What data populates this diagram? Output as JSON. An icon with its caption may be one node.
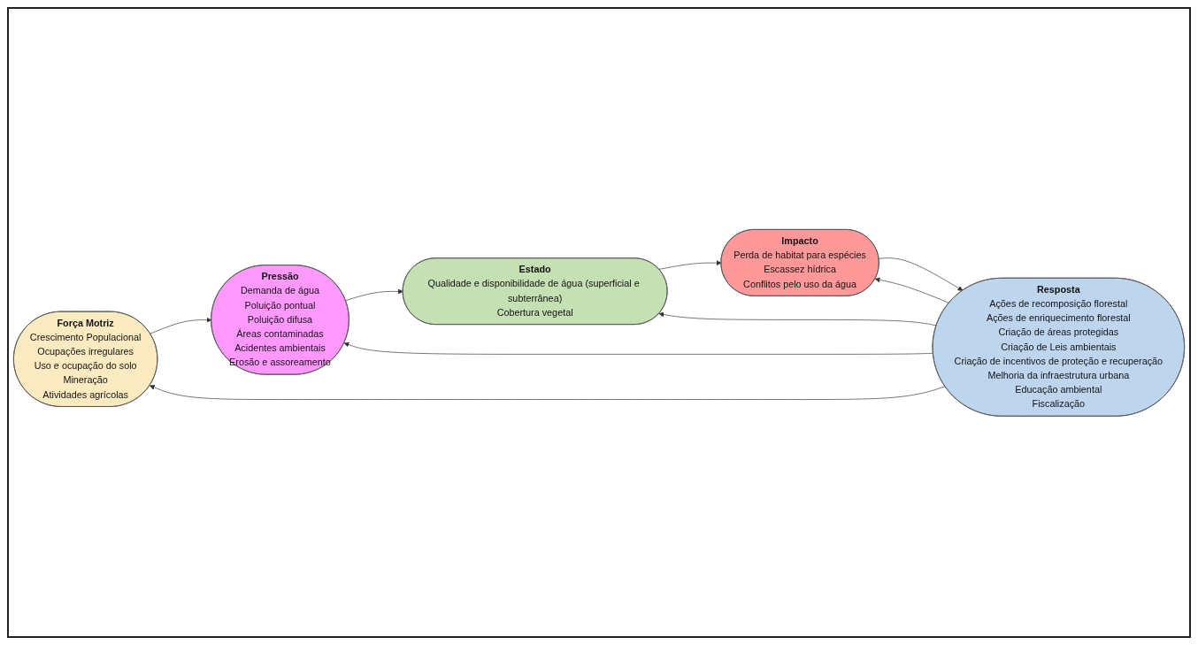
{
  "diagram": {
    "nodes": [
      {
        "text": [
          "Força Motriz",
          "Crescimento Populacional",
          "Ocupações irregulares",
          "Uso e ocupação do solo",
          "Mineração",
          "Atividades agrícolas"
        ]
      },
      {
        "text": [
          "Resposta",
          "Ações de recomposição florestal",
          "Ações de enriquecimento florestal",
          "Criação de áreas protegidas",
          "Criação de Leis ambientais",
          "Criação de incentivos de proteção e recuperação",
          "Melhoria da infraestrutura urbana",
          "Educação ambiental",
          "Fiscalização"
        ]
      },
      {
        "text": [
          "Pressão",
          "Demanda de água",
          "Poluição pontual",
          "Poluição difusa",
          "Áreas contaminadas",
          "Acidentes ambientais",
          "Erosão e assoreamento"
        ]
      },
      {
        "text": [
          "Estado",
          "Qualidade e disponibilidade de água (superficial e subterrânea)",
          "Cobertura vegetal"
        ]
      },
      {
        "text": [
          "Impacto",
          "Perda de habitat para espécies",
          "Escassez hídrica",
          "Conflitos pelo uso da água"
        ]
      }
    ],
    "edges": [
      {
        "from": 1,
        "to": 0,
        "arrow": "to"
      },
      {
        "from": 1,
        "to": 2,
        "arrow": "to"
      },
      {
        "from": 1,
        "to": 3,
        "arrow": "to"
      },
      {
        "from": 1,
        "to": 4,
        "arrow": "to"
      },
      {
        "from": 4,
        "to": 1,
        "arrow": "to"
      },
      {
        "from": 0,
        "to": 2,
        "arrow": "to"
      },
      {
        "from": 2,
        "to": 3,
        "arrow": "to"
      },
      {
        "from": 3,
        "to": 4,
        "arrow": "to"
      }
    ]
  }
}
